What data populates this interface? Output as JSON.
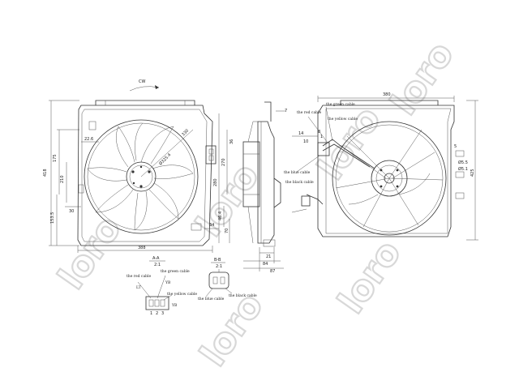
{
  "watermark": "loro",
  "left_view": {
    "dims": {
      "rotation": "CW",
      "width_overall": "388",
      "height_overall": "418",
      "d175": "175",
      "d210": "210",
      "d1535": "153.5",
      "d30": "30",
      "d226": "22.6",
      "fan_dia": "330",
      "d325": "Ø325.4",
      "d280": "280",
      "d36": "36",
      "d270": "270",
      "d70": "70",
      "d46": "46.4",
      "d34": "34"
    }
  },
  "side_view": {
    "dims": {
      "d7": "7",
      "d21": "21",
      "d84": "84",
      "d87": "87"
    }
  },
  "right_view": {
    "dims": {
      "width": "380",
      "height": "425",
      "d14": "14",
      "d10": "10",
      "d8": "8",
      "d1": "1",
      "d5": "5",
      "d55": "Ø5.5",
      "d51": "Ø5.1"
    },
    "labels": {
      "red_cable": "the red cable",
      "green_cable": "the green cable",
      "yellow_cable": "the yellow cable",
      "blue_cable": "the blue cable",
      "black_cable": "the black cable"
    }
  },
  "connector_a": {
    "view": "A-A",
    "scale": "2:1",
    "pins": [
      "1",
      "2",
      "3"
    ],
    "labels": {
      "red": "the red cable",
      "green": "the green cable",
      "yellow": "the yellow cable",
      "green_code": "YB",
      "red_code": "LT",
      "yellow_code": "YB"
    }
  },
  "connector_b": {
    "view": "B-B",
    "scale": "2:1",
    "labels": {
      "blue": "the blue cable",
      "black": "the black cable"
    }
  }
}
